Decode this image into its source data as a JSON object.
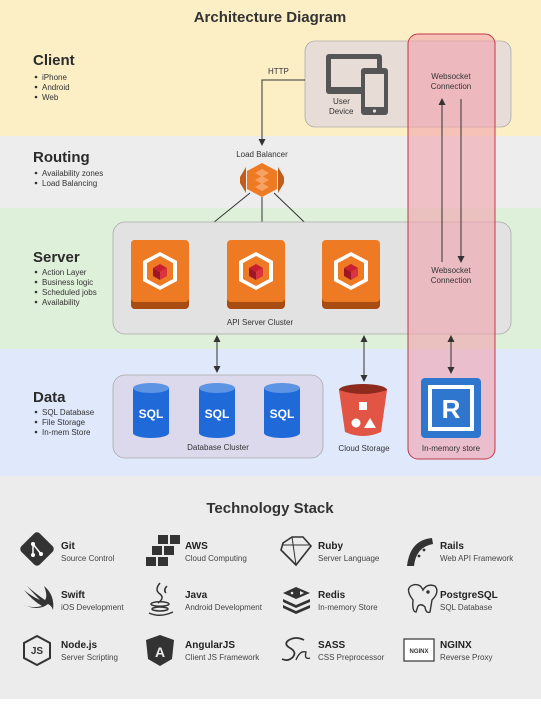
{
  "title": "Architecture Diagram",
  "colors": {
    "client_band": "#fcefc6",
    "routing_band": "#ededed",
    "server_band": "#dff0da",
    "data_band": "#dfe9fb",
    "stack_band": "#ececec",
    "aws_orange": "#ee7a23",
    "sql_blue": "#1f6ad8",
    "storage_red": "#e25444",
    "redis_blue": "#2f76cf",
    "websocket_bar": "#f2a2ad"
  },
  "bands": {
    "client": {
      "title": "Client",
      "bullets": [
        "iPhone",
        "Android",
        "Web"
      ]
    },
    "routing": {
      "title": "Routing",
      "bullets": [
        "Availability zones",
        "Load Balancing"
      ]
    },
    "server": {
      "title": "Server",
      "bullets": [
        "Action Layer",
        "Business logic",
        "Scheduled jobs",
        "Availability"
      ]
    },
    "data": {
      "title": "Data",
      "bullets": [
        "SQL Database",
        "File Storage",
        "In-mem Store"
      ]
    }
  },
  "nodes": {
    "http": "HTTP",
    "user_device": [
      "User",
      "Device"
    ],
    "websocket_top": [
      "Websocket",
      "Connection"
    ],
    "websocket_mid": [
      "Websocket",
      "Connection"
    ],
    "load_balancer": "Load Balancer",
    "api_cluster": "API Server Cluster",
    "database_cluster": "Database Cluster",
    "sql_label": "SQL",
    "cloud_storage": "Cloud Storage",
    "inmemory_store": "In-memory store",
    "redis_letter": "R"
  },
  "stack": {
    "title": "Technology Stack",
    "items": [
      {
        "name": "Git",
        "desc": "Source Control",
        "icon": "git-icon"
      },
      {
        "name": "AWS",
        "desc": "Cloud Computing",
        "icon": "aws-icon"
      },
      {
        "name": "Ruby",
        "desc": "Server Language",
        "icon": "ruby-icon"
      },
      {
        "name": "Rails",
        "desc": "Web API Framework",
        "icon": "rails-icon"
      },
      {
        "name": "Swift",
        "desc": "iOS Development",
        "icon": "swift-icon"
      },
      {
        "name": "Java",
        "desc": "Android Development",
        "icon": "java-icon"
      },
      {
        "name": "Redis",
        "desc": "In-memory Store",
        "icon": "redis-icon"
      },
      {
        "name": "PostgreSQL",
        "desc": "SQL Database",
        "icon": "postgresql-icon"
      },
      {
        "name": "Node.js",
        "desc": "Server Scripting",
        "icon": "nodejs-icon"
      },
      {
        "name": "AngularJS",
        "desc": "Client JS Framework",
        "icon": "angularjs-icon"
      },
      {
        "name": "SASS",
        "desc": "CSS Preprocessor",
        "icon": "sass-icon"
      },
      {
        "name": "NGINX",
        "desc": "Reverse Proxy",
        "icon": "nginx-icon"
      }
    ],
    "nginx_logo_text": "NGINX"
  }
}
